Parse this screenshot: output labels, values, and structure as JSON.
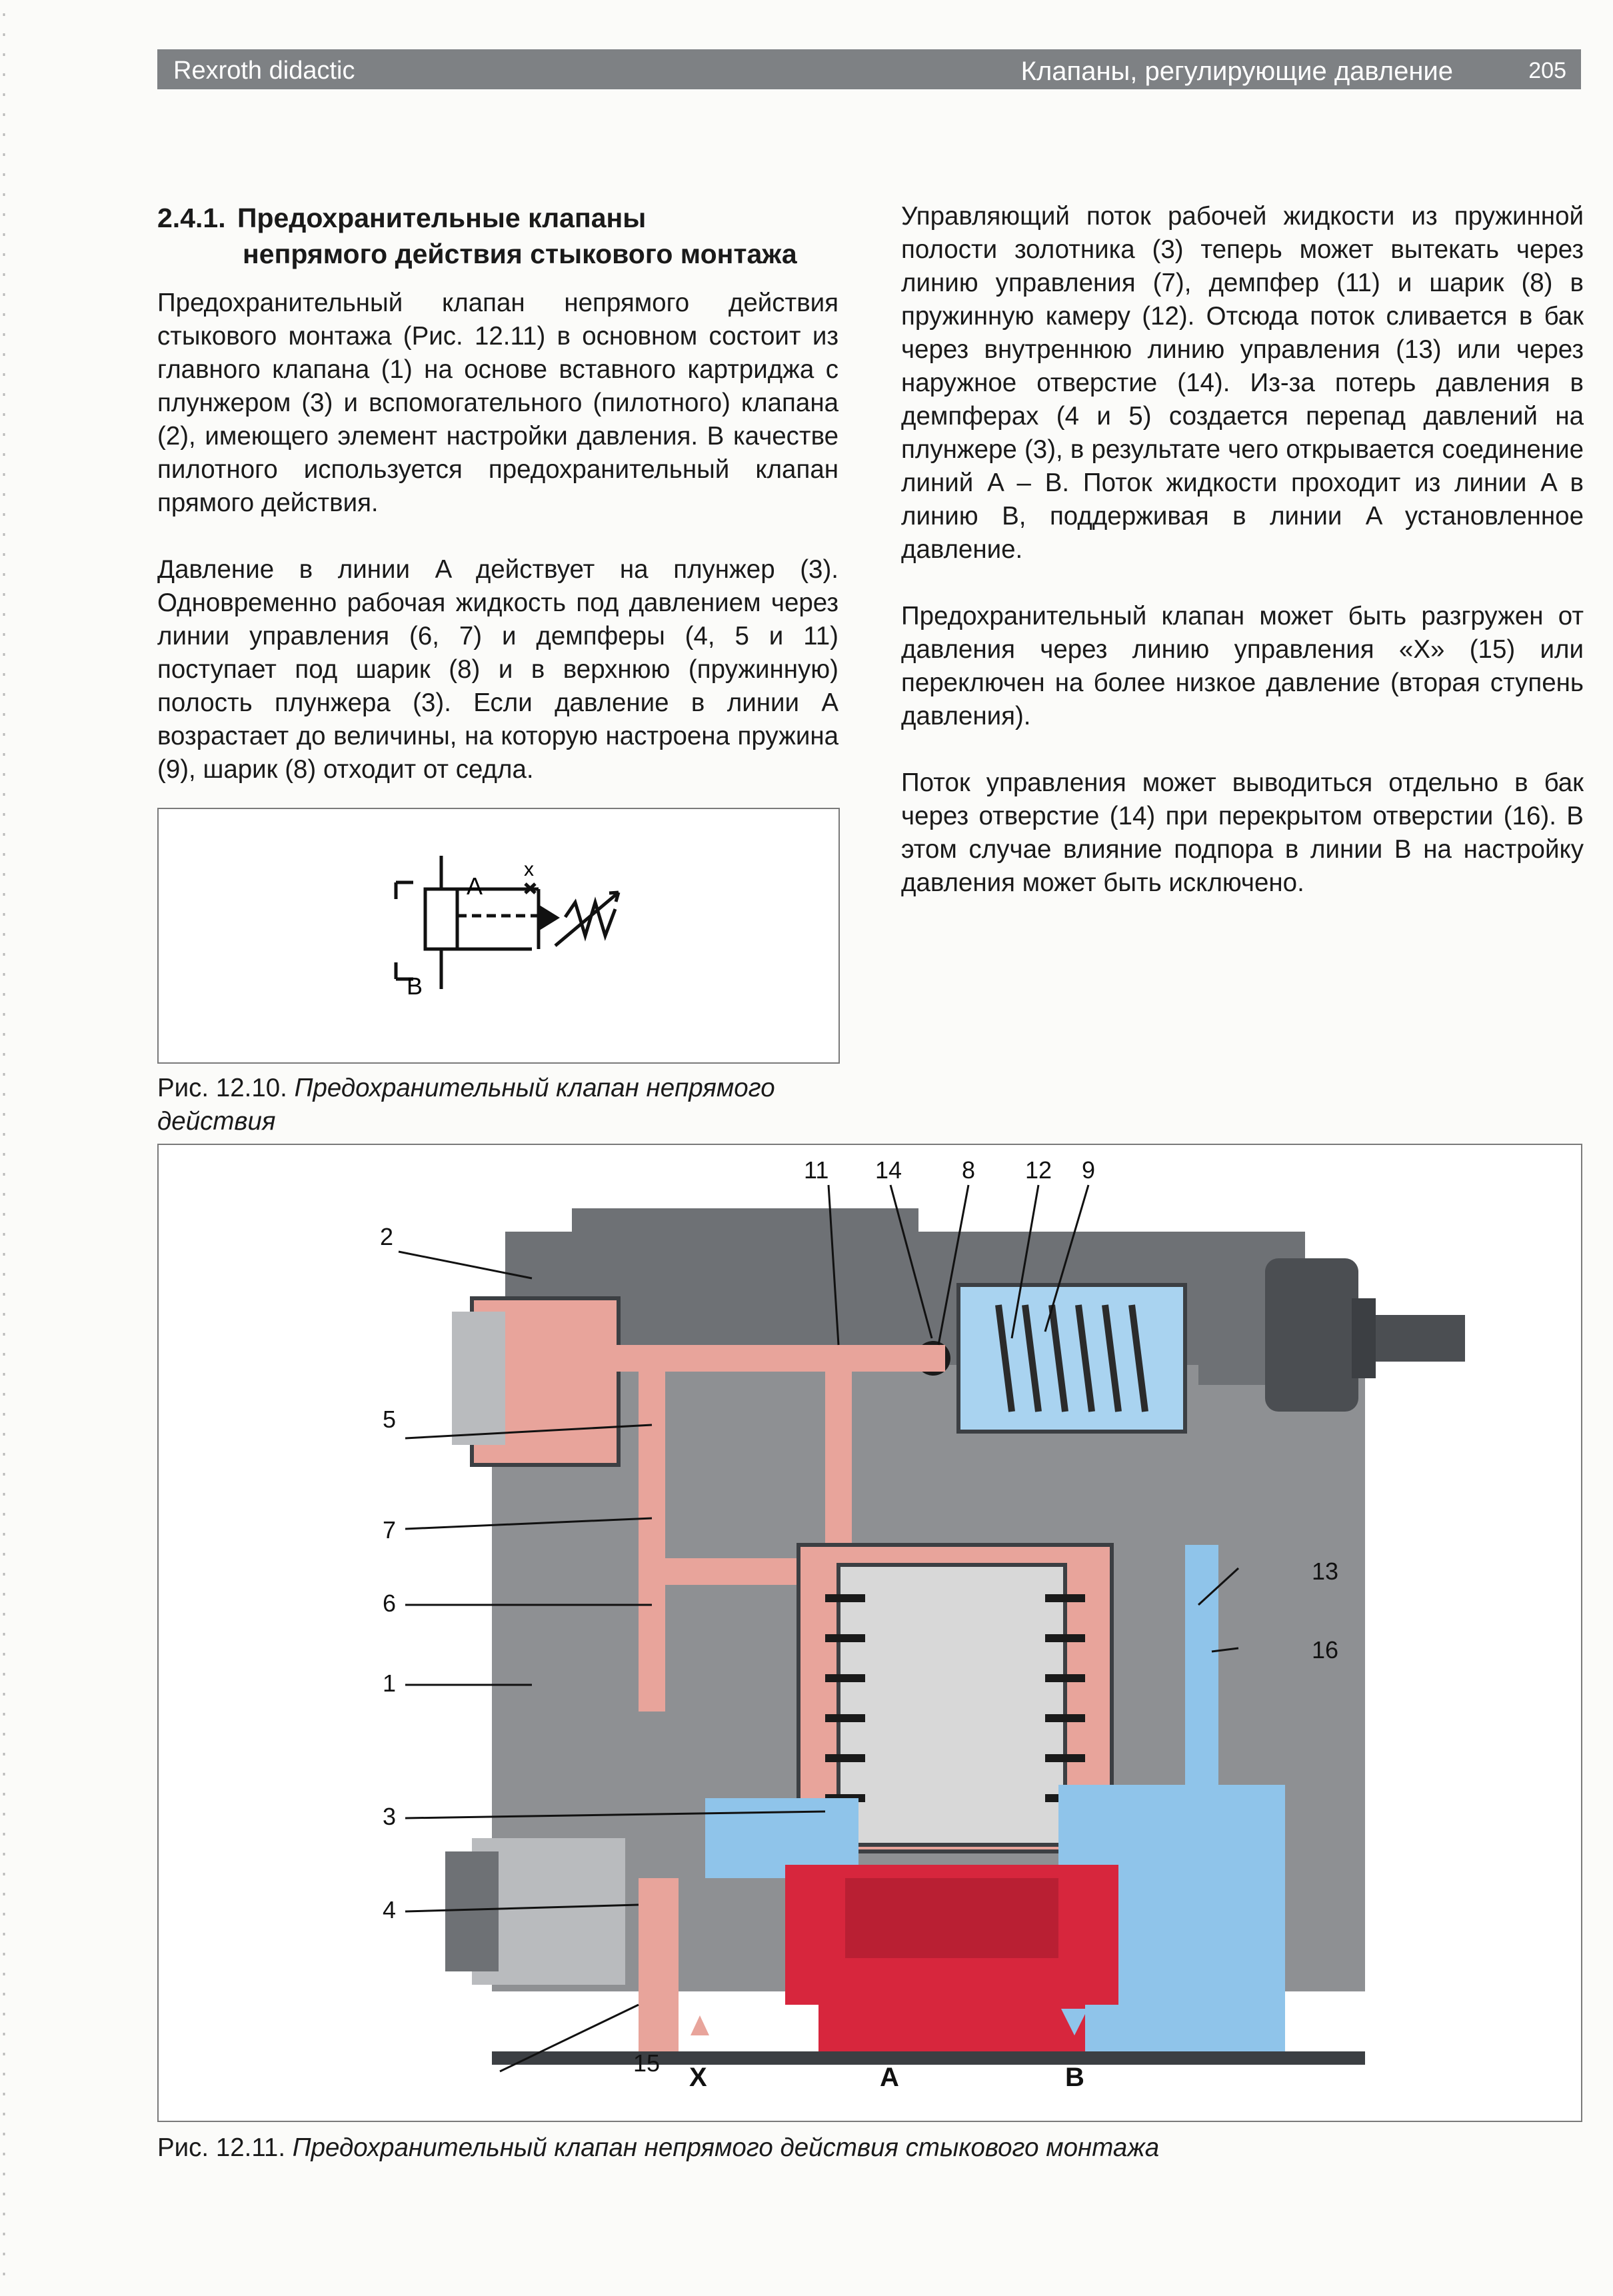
{
  "header": {
    "brand": "Rexroth didactic",
    "section": "Клапаны, регулирующие давление",
    "page_number": "205"
  },
  "left_column": {
    "heading_number": "2.4.1.",
    "heading_line1": "Предохранительные клапаны",
    "heading_line2": "непрямого действия стыкового монтажа",
    "p1": "Предохранительный клапан непрямого действия стыкового монтажа (Рис. 12.11) в основном состоит из главного клапана (1) на основе вставного картриджа с плунжером (3) и вспомогательного (пилотного) клапана (2), имеющего элемент настройки давления. В качестве пилотного используется предохранительный клапан прямого действия.",
    "p2": "Давление в линии A действует на плунжер (3). Одновременно рабочая жидкость под давлением через линии управления (6, 7) и демпферы (4, 5 и 11) поступает под шарик (8) и в верхнюю (пружинную) полость плунжера (3). Если давление в линии A возрастает до величины, на которую настроена пружина (9), шарик (8) отходит от седла."
  },
  "right_column": {
    "p1": "Управляющий поток рабочей жидкости из пружинной полости золотника (3) теперь может вытекать через линию управления (7), демпфер (11) и шарик (8) в пружинную камеру (12). Отсюда поток сливается в бак через внутреннюю линию управления (13) или через наружное отверстие (14). Из-за потерь давления в демпферах (4 и 5) создается перепад давлений на плунжере (3), в результате чего открывается соединение линий A – B. Поток жидкости проходит из линии A в линию B, поддерживая в линии A установленное давление.",
    "p2": "Предохранительный клапан может быть разгружен от давления через линию управления «X» (15) или переключен на более низкое давление (вторая ступень давления).",
    "p3": "Поток управления может выводиться отдельно в бак через отверстие (14) при перекрытом отверстии (16). В этом случае влияние подпора в линии B на настройку давления может быть исключено."
  },
  "figure_10": {
    "port_a": "A",
    "port_b": "B",
    "port_x": "x",
    "caption_prefix": "Рис. 12.10.",
    "caption_title": "Предохранительный клапан непрямого действия"
  },
  "figure_11": {
    "callouts": {
      "n11": "11",
      "n14": "14",
      "n8": "8",
      "n12": "12",
      "n9": "9",
      "n2": "2",
      "n5": "5",
      "n7": "7",
      "n6": "6",
      "n1": "1",
      "n13": "13",
      "n16": "16",
      "n3": "3",
      "n4": "4",
      "n15": "15"
    },
    "port_x": "X",
    "port_a": "A",
    "port_b": "B",
    "caption_prefix": "Рис. 12.11.",
    "caption_title": "Предохранительный клапан непрямого действия стыкового монтажа"
  },
  "colors": {
    "header_bg": "#7e8184",
    "body_gray": "#8e9093",
    "dark_gray": "#5b5e62",
    "pressure_red": "#d7263d",
    "pilot_pink": "#e8a49b",
    "tank_blue": "#8fc4ea"
  }
}
